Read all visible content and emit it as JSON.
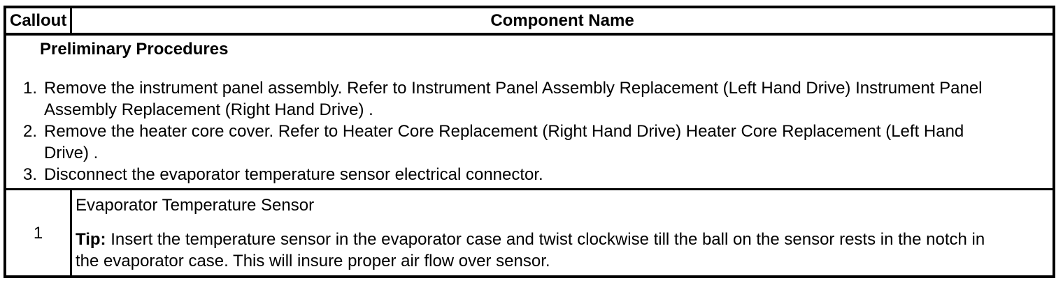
{
  "table": {
    "header": {
      "callout": "Callout",
      "component_name": "Component Name"
    },
    "preliminary": {
      "title": "Preliminary Procedures",
      "steps": [
        {
          "num": "1.",
          "text": "Remove the instrument panel assembly. Refer to Instrument Panel Assembly Replacement (Left Hand Drive) Instrument Panel\nAssembly Replacement (Right Hand Drive) ."
        },
        {
          "num": "2.",
          "text": "Remove the heater core cover. Refer to Heater Core Replacement (Right Hand Drive) Heater Core Replacement (Left Hand\nDrive) ."
        },
        {
          "num": "3.",
          "text": "Disconnect the evaporator temperature sensor electrical connector."
        }
      ]
    },
    "rows": [
      {
        "callout": "1",
        "component": "Evaporator Temperature Sensor",
        "tip_label": "Tip:",
        "tip_text": "Insert the temperature sensor in the evaporator case and twist clockwise till the ball on the sensor rests in the notch in\nthe evaporator case. This will insure proper air flow over sensor."
      }
    ]
  },
  "colors": {
    "border": "#000000",
    "text": "#000000",
    "background": "#ffffff"
  }
}
